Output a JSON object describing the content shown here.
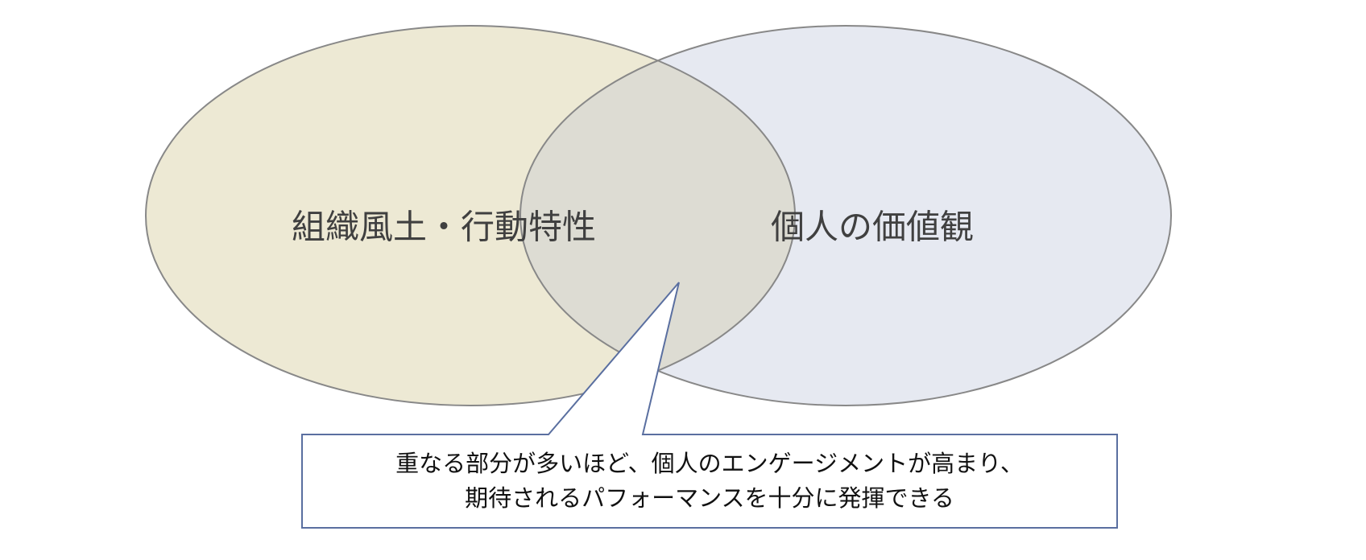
{
  "diagram": {
    "left_set": {
      "label": "組織風土・行動特性",
      "color": "#EDE9D4"
    },
    "right_set": {
      "label": "個人の価値観",
      "color": "#E6E9F1"
    },
    "overlap_color": "#DDDCD3",
    "outline_color": "#888888",
    "callout": {
      "lines": [
        "重なる部分が多いほど、個人のエンゲージメントが高まり、",
        "期待されるパフォーマンスを十分に発揮できる"
      ],
      "border_color": "#5A6FA0"
    }
  }
}
